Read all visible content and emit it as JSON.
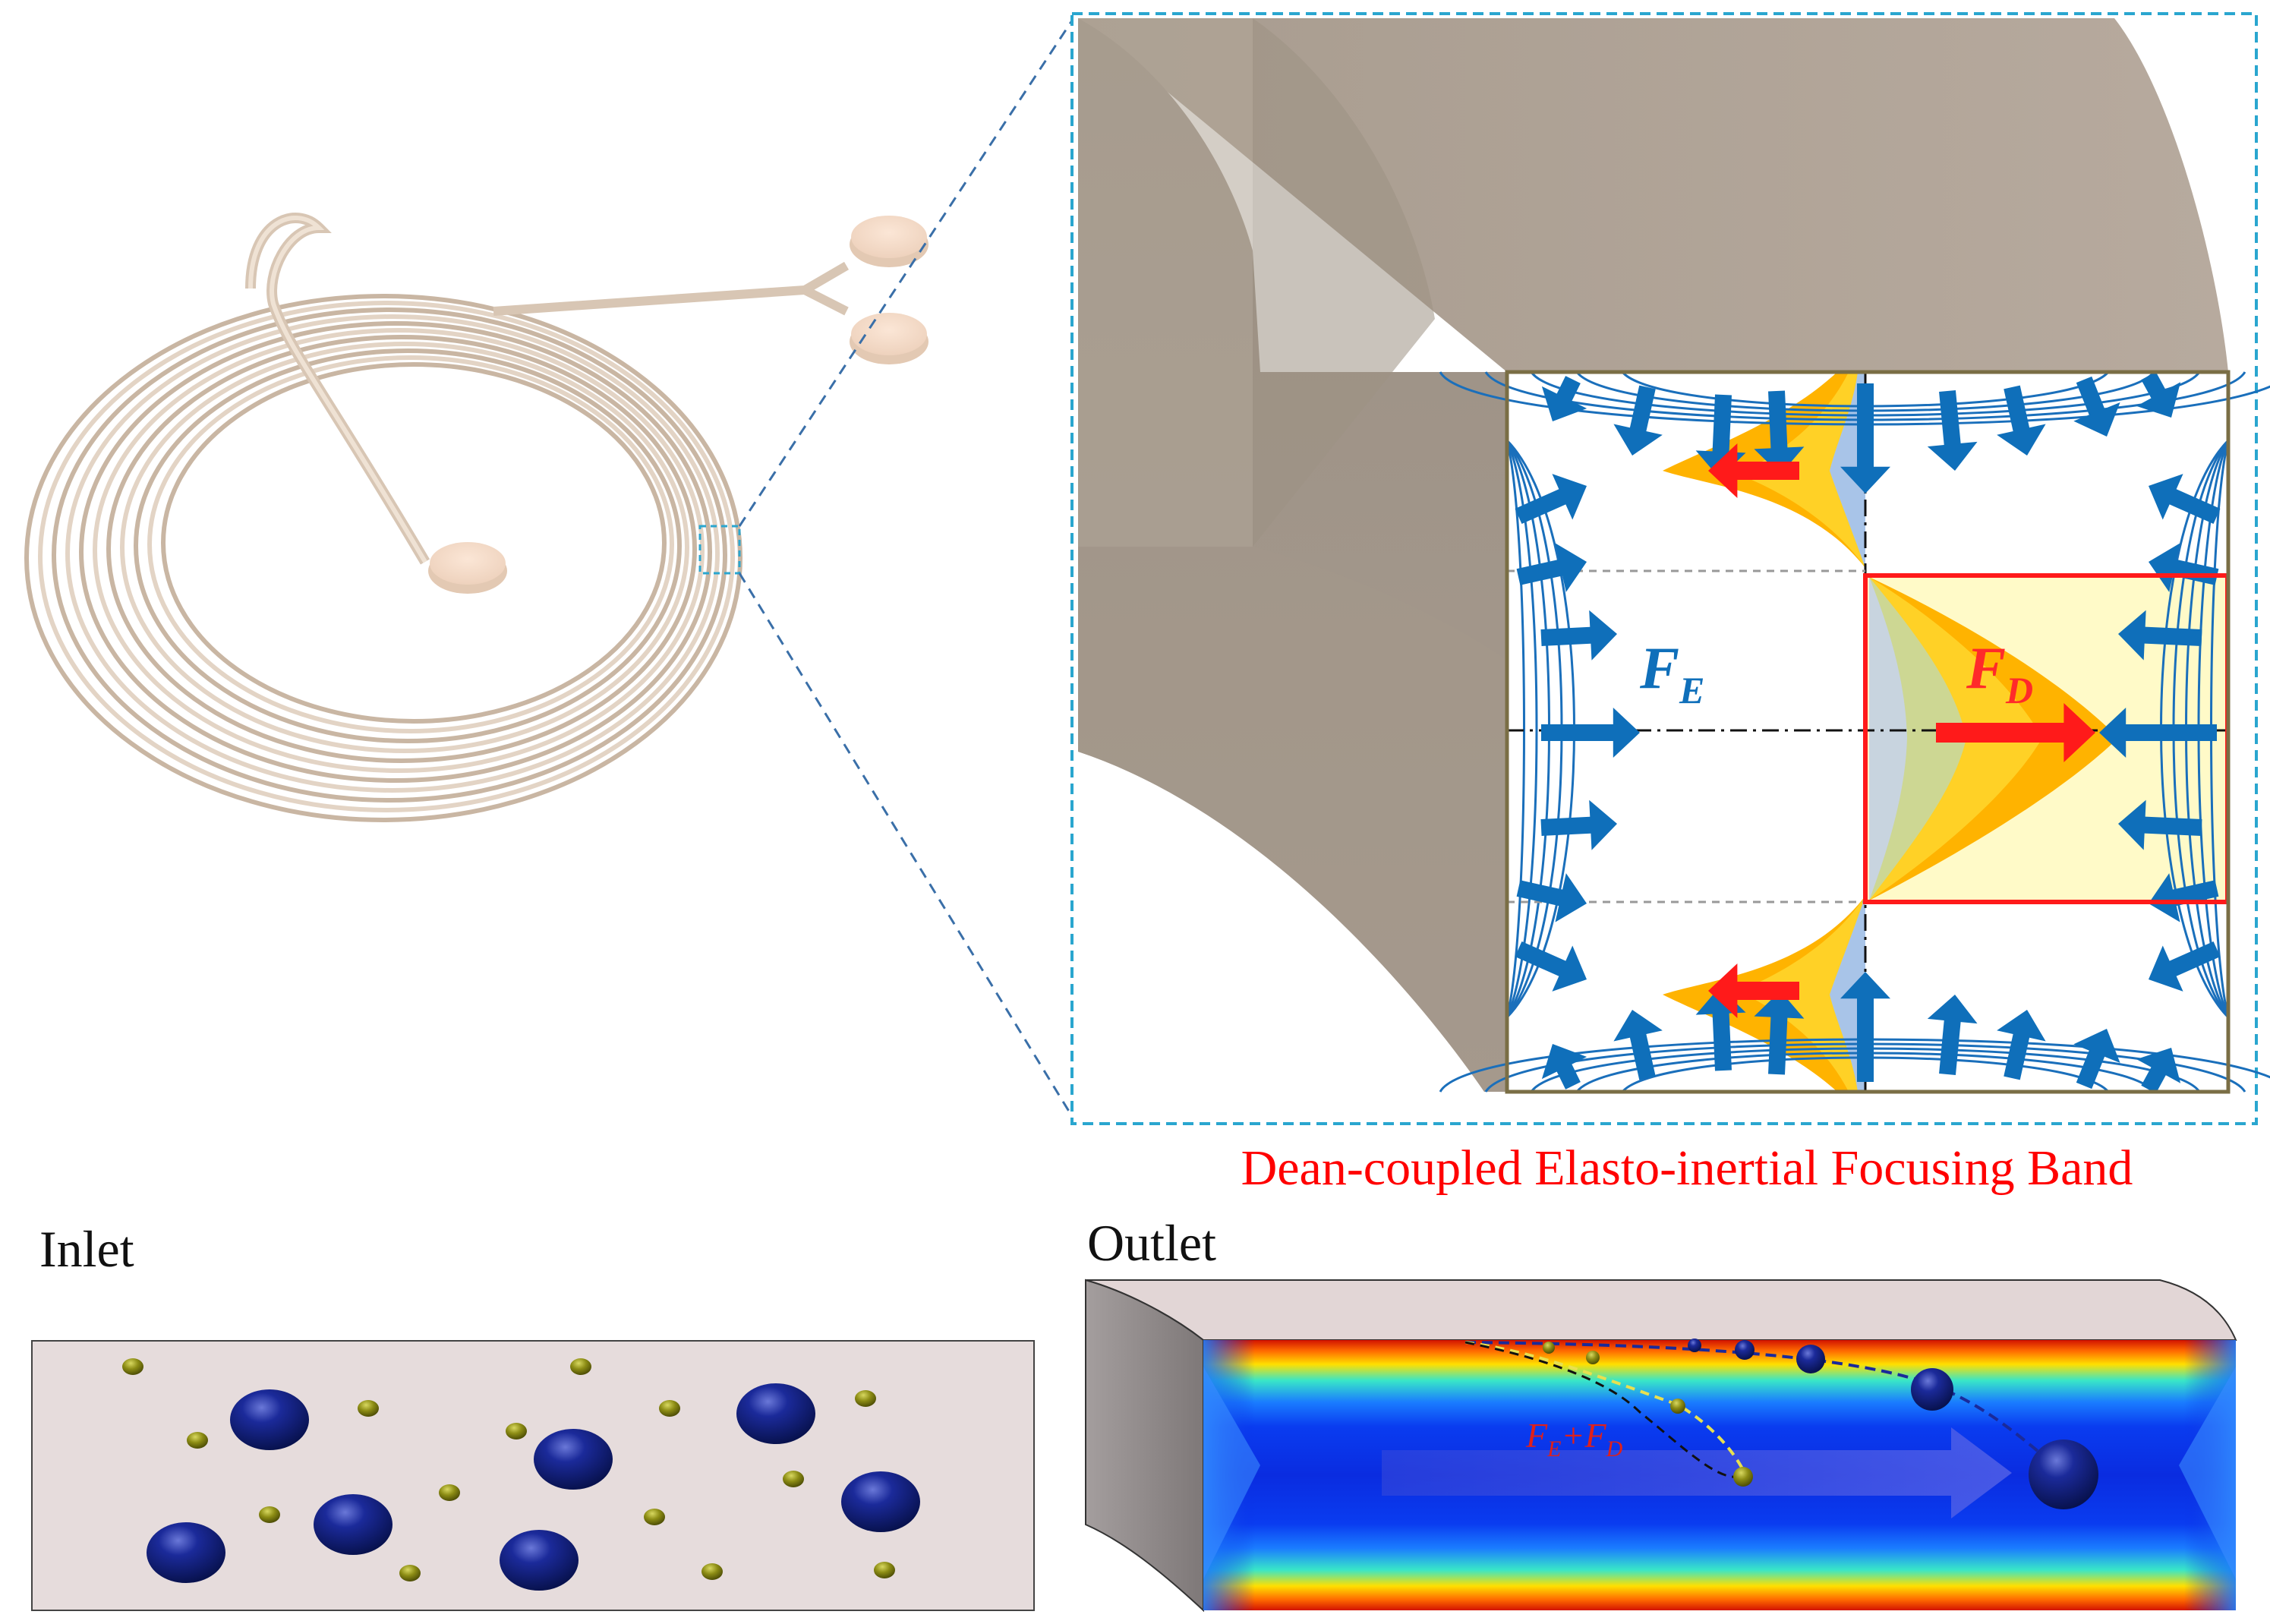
{
  "labels": {
    "force_elastic_main": "F",
    "force_elastic_sub": "E",
    "force_dean_main": "F",
    "force_dean_sub": "D",
    "band_caption": "Dean-coupled Elasto-inertial Focusing Band",
    "inlet": "Inlet",
    "outlet": "Outlet",
    "combined_force_a": "F",
    "combined_force_a_sub": "E",
    "combined_force_plus": "+",
    "combined_force_b": "F",
    "combined_force_b_sub": "D"
  },
  "colors": {
    "channel_body": "#b5a89b",
    "channel_shadow": "#9d9285",
    "spiral": "#d8c6b4",
    "zoom_box_border": "#2aa6cf",
    "section_border": "#7a6e45",
    "elastic_arrow": "#0f6fba",
    "dean_arrow": "#ff1a1a",
    "focus_band": "#ff1a1a",
    "focus_fill": "#fffac8",
    "velocity_orange": "#ffb300",
    "velocity_yellow": "#ffd42a",
    "velocity_blue": "#a8c4e8",
    "caption_red": "#ff0000",
    "inlet_bg": "#e6dcdc",
    "large_particle": "#0c1a7a",
    "small_particle": "#8a8a10"
  },
  "icons": {
    "elastic_force": "blue-arrow-icon",
    "dean_force": "red-arrow-icon",
    "particle_large": "navy-sphere-icon",
    "particle_small": "olive-sphere-icon"
  }
}
